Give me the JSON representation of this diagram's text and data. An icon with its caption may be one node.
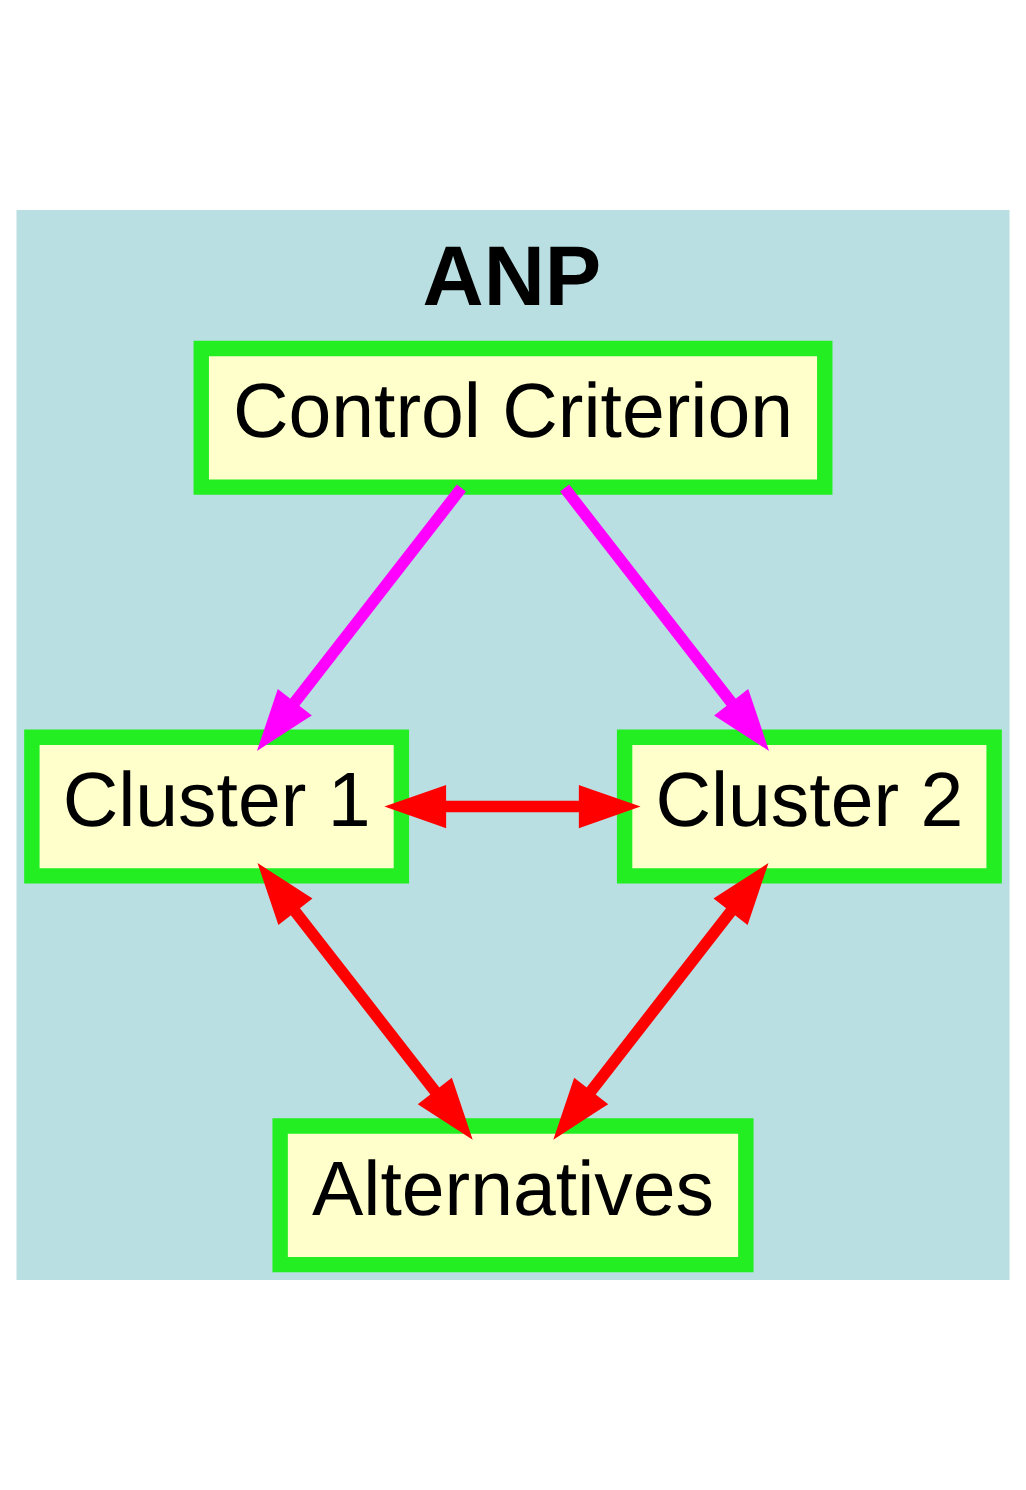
{
  "diagram": {
    "title": "ANP",
    "nodes": [
      {
        "text": [
          "Control Criterion"
        ]
      },
      {
        "text": [
          "Cluster 1"
        ]
      },
      {
        "text": [
          "Cluster 2"
        ]
      },
      {
        "text": [
          "Alternatives"
        ]
      }
    ],
    "edges": [
      {
        "from": 0,
        "to": 1,
        "arrow": "to",
        "color": "#ff00ff"
      },
      {
        "from": 0,
        "to": 2,
        "arrow": "to",
        "color": "#ff00ff"
      },
      {
        "from": 1,
        "to": 2,
        "arrow": "both"
      },
      {
        "from": 1,
        "to": 3,
        "arrow": "both"
      },
      {
        "from": 2,
        "to": 3,
        "arrow": "both"
      }
    ]
  }
}
